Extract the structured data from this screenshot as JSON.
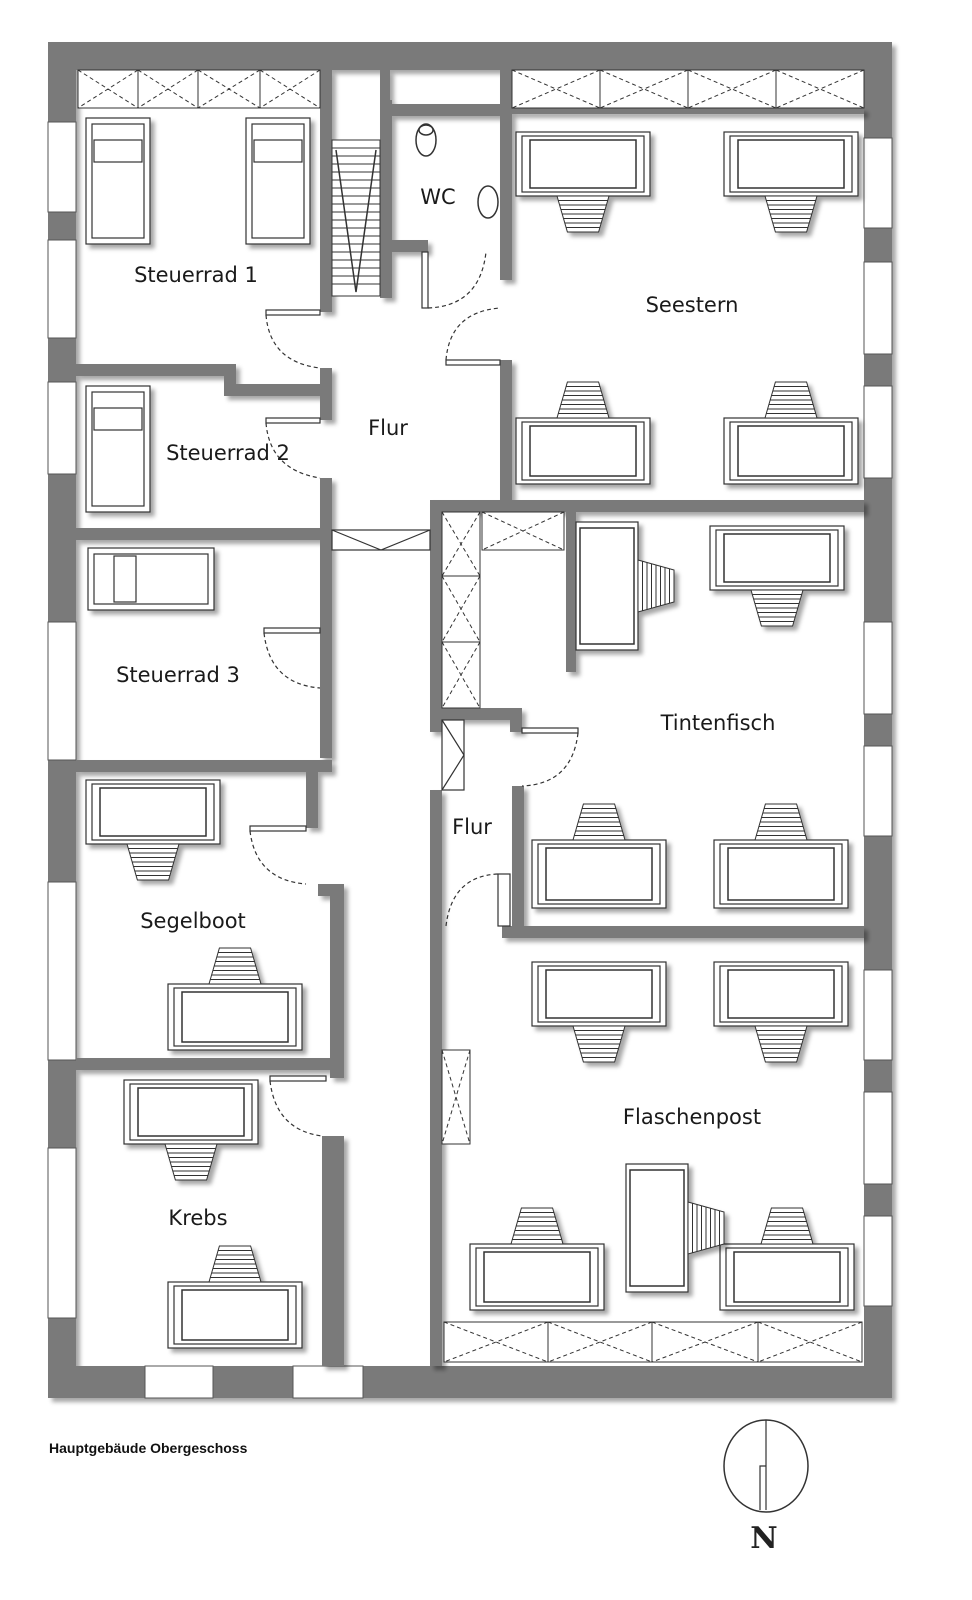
{
  "caption": "Hauptgebäude Obergeschoss",
  "north_label": "N",
  "rooms": {
    "steuerrad1": "Steuerrad 1",
    "steuerrad2": "Steuerrad 2",
    "steuerrad3": "Steuerrad 3",
    "wc": "WC",
    "flur_top": "Flur",
    "flur_mid": "Flur",
    "seestern": "Seestern",
    "tintenfisch": "Tintenfisch",
    "segelboot": "Segelboot",
    "flaschenpost": "Flaschenpost",
    "krebs": "Krebs"
  },
  "colors": {
    "wall": "#7a7a7a",
    "line": "#333333",
    "fill": "#ffffff"
  }
}
